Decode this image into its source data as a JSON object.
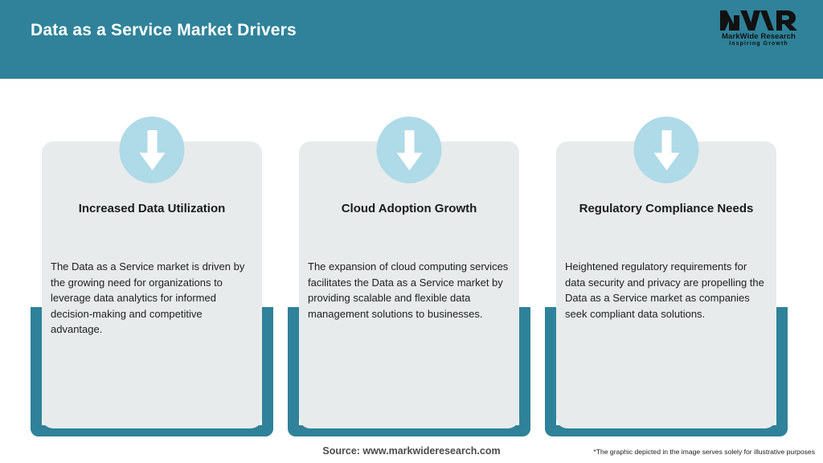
{
  "header": {
    "title": "Data as a Service Market Drivers",
    "background_color": "#2F8299",
    "title_color": "#FFFFFF"
  },
  "logo": {
    "mark": "MWR",
    "name": "MarkWide Research",
    "tagline": "Inspiring Growth"
  },
  "theme": {
    "accent_teal": "#2F8299",
    "card_grey": "#E8EBEC",
    "icon_circle_blue": "#AFDAE8",
    "arrow_white": "#FFFFFF",
    "page_background": "#FFFFFF"
  },
  "cards": [
    {
      "icon": "arrow-down-icon",
      "title": "Increased Data Utilization",
      "body": "The Data as a Service market is driven by the growing need for organizations to leverage data analytics for informed decision-making and competitive advantage."
    },
    {
      "icon": "arrow-down-icon",
      "title": "Cloud Adoption Growth",
      "body": "The expansion of cloud computing services facilitates the Data as a Service market by providing scalable and flexible data management solutions to businesses."
    },
    {
      "icon": "arrow-down-icon",
      "title": "Regulatory Compliance Needs",
      "body": "Heightened regulatory requirements for data security and privacy are propelling the Data as a Service market as companies seek compliant data solutions."
    }
  ],
  "footer": {
    "source": "Source: www.markwideresearch.com",
    "disclaimer": "*The graphic depicted in the image serves solely for illustrative purposes"
  }
}
